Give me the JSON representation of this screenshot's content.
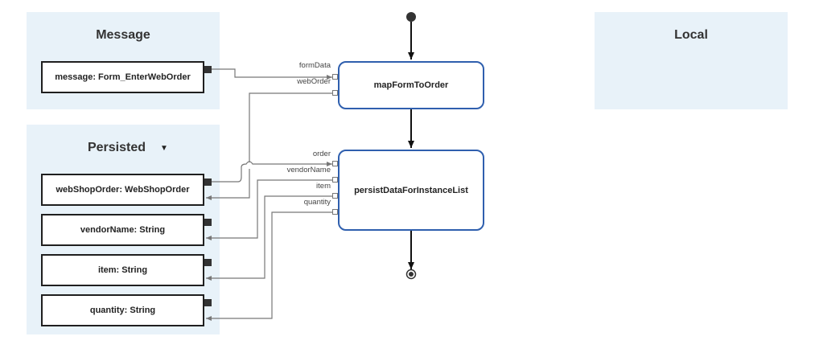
{
  "panels": {
    "message": {
      "title": "Message"
    },
    "persisted": {
      "title": "Persisted"
    },
    "local": {
      "title": "Local"
    }
  },
  "variables": {
    "message": "message: Form_EnterWebOrder",
    "web_shop_order": "webShopOrder: WebShopOrder",
    "vendor_name": "vendorName: String",
    "item": "item: String",
    "quantity": "quantity: String"
  },
  "nodes": {
    "map_form": {
      "label": "mapFormToOrder",
      "inputs": [
        "formData",
        "webOrder"
      ]
    },
    "persist": {
      "label": "persistDataForInstanceList",
      "inputs": [
        "order",
        "vendorName",
        "item",
        "quantity"
      ]
    }
  },
  "icons": {
    "caret": "caret-down-icon",
    "start": "start-node-icon",
    "end": "end-node-icon"
  },
  "colors": {
    "panel_bg": "#e8f2f9",
    "node_border": "#2f5fae",
    "wire": "#777777",
    "flow": "#111111"
  }
}
